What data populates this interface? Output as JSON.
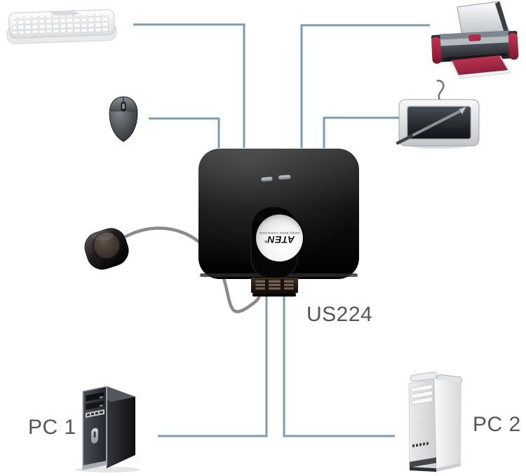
{
  "diagram": {
    "title_label": "US224",
    "brand": {
      "name": "ATEN",
      "registered_mark": "®",
      "tagline": "Simply Better Connections"
    },
    "computers": [
      {
        "label": "PC 1"
      },
      {
        "label": "PC 2"
      }
    ],
    "peripherals": [
      "keyboard",
      "mouse",
      "printer",
      "graphics-tablet",
      "remote-port-selector"
    ],
    "device": {
      "model": "US224",
      "led_count": 2
    },
    "colors": {
      "wire": "#7f9cae",
      "cable": "#8a8a8a",
      "label_text": "#55565a",
      "kvm_body": "#141414",
      "printer_accent": "#a52238",
      "paper": "#b02a47"
    }
  }
}
